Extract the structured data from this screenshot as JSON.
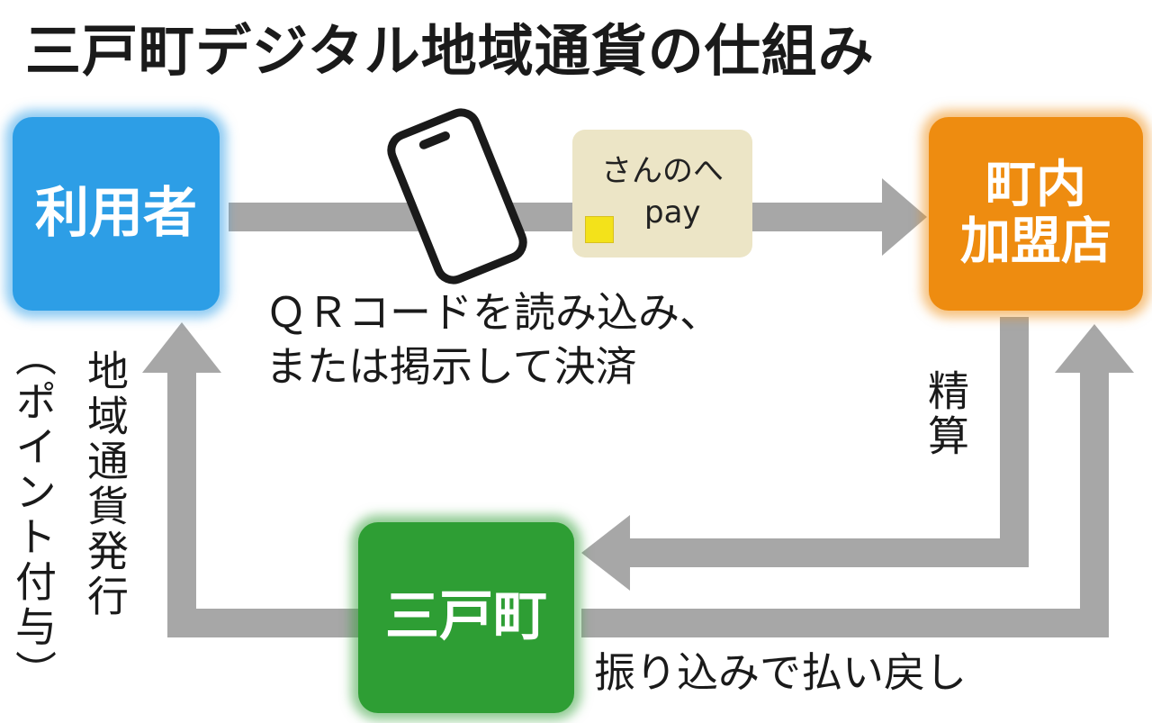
{
  "title": "三戸町デジタル地域通貨の仕組み",
  "nodes": {
    "user": "利用者",
    "shop": "町内\n加盟店",
    "town": "三戸町"
  },
  "payment_label": {
    "line1": "さんのへ",
    "line2": "pay"
  },
  "annotations": {
    "qr_payment": "ＱＲコードを読み込み、\nまたは掲示して決済",
    "refund": "振り込みで払い戻し",
    "settlement": "精算",
    "issuance": "地域通貨発行",
    "points": "（ポイント付与）"
  },
  "icons": {
    "smartphone": "smartphone-icon",
    "qr_marker": "qr-marker-icon"
  },
  "colors": {
    "user_node": "#2d9ee6",
    "shop_node": "#ee8c10",
    "town_node": "#2e9e34",
    "pay_label_bg": "#ece5c6",
    "qr_marker": "#f3e21a",
    "arrow": "#a7a7a7"
  }
}
